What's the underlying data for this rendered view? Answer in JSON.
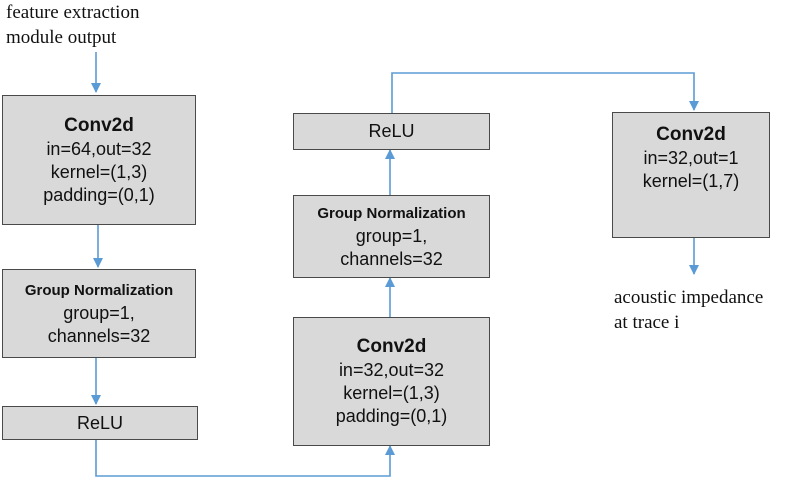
{
  "colors": {
    "box_fill": "#d9d9d9",
    "box_border": "#4a4a4a",
    "arrow": "#5b9bd5"
  },
  "input_label": {
    "line1": "feature extraction",
    "line2": "module output"
  },
  "output_label": {
    "line1": "acoustic impedance",
    "line2": "at trace i"
  },
  "blocks": {
    "conv1": {
      "title": "Conv2d",
      "lines": [
        "in=64,out=32",
        "kernel=(1,3)",
        "padding=(0,1)"
      ]
    },
    "gn1": {
      "title": "Group Normalization",
      "lines": [
        "group=1,",
        "channels=32"
      ]
    },
    "relu1": {
      "label": "ReLU"
    },
    "conv2": {
      "title": "Conv2d",
      "lines": [
        "in=32,out=32",
        "kernel=(1,3)",
        "padding=(0,1)"
      ]
    },
    "gn2": {
      "title": "Group Normalization",
      "lines": [
        "group=1,",
        "channels=32"
      ]
    },
    "relu2": {
      "label": "ReLU"
    },
    "conv3": {
      "title": "Conv2d",
      "lines": [
        "in=32,out=1",
        "kernel=(1,7)"
      ]
    }
  }
}
